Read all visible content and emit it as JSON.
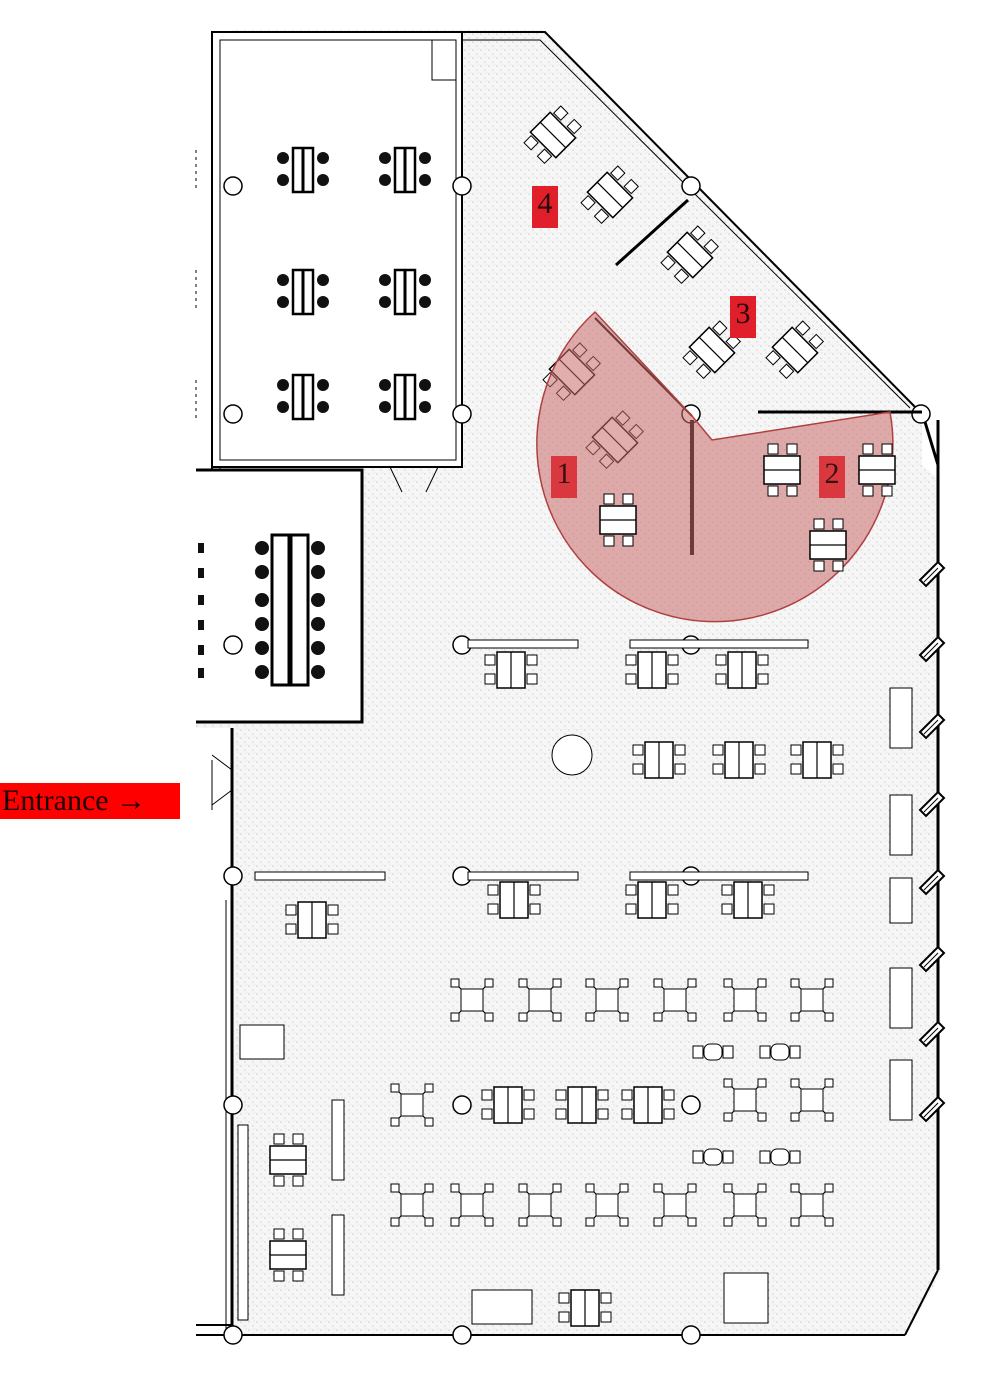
{
  "entrance": {
    "text": "Entrance",
    "arrow": "→"
  },
  "zones": [
    {
      "id": "zone-1",
      "number": "1"
    },
    {
      "id": "zone-2",
      "number": "2"
    },
    {
      "id": "zone-3",
      "number": "3"
    },
    {
      "id": "zone-4",
      "number": "4"
    }
  ],
  "colors": {
    "highlight_fill": "#c96a6a",
    "label_red": "#e01f2a",
    "entrance_red": "#ff0000",
    "wall": "#000000",
    "floor": "#f4f4f4"
  },
  "icons": [
    "table-icon",
    "chair-icon",
    "column-icon",
    "door-icon",
    "window-icon"
  ]
}
